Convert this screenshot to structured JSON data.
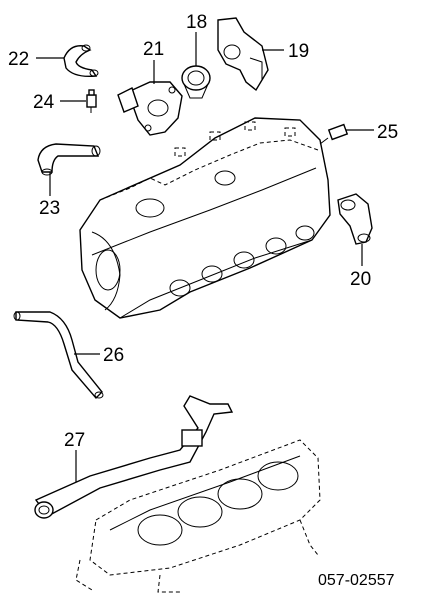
{
  "callouts": {
    "p18": "18",
    "p19": "19",
    "p20": "20",
    "p21": "21",
    "p22": "22",
    "p23": "23",
    "p24": "24",
    "p25": "25",
    "p26": "26",
    "p27": "27"
  },
  "reference_code": "057-02557"
}
